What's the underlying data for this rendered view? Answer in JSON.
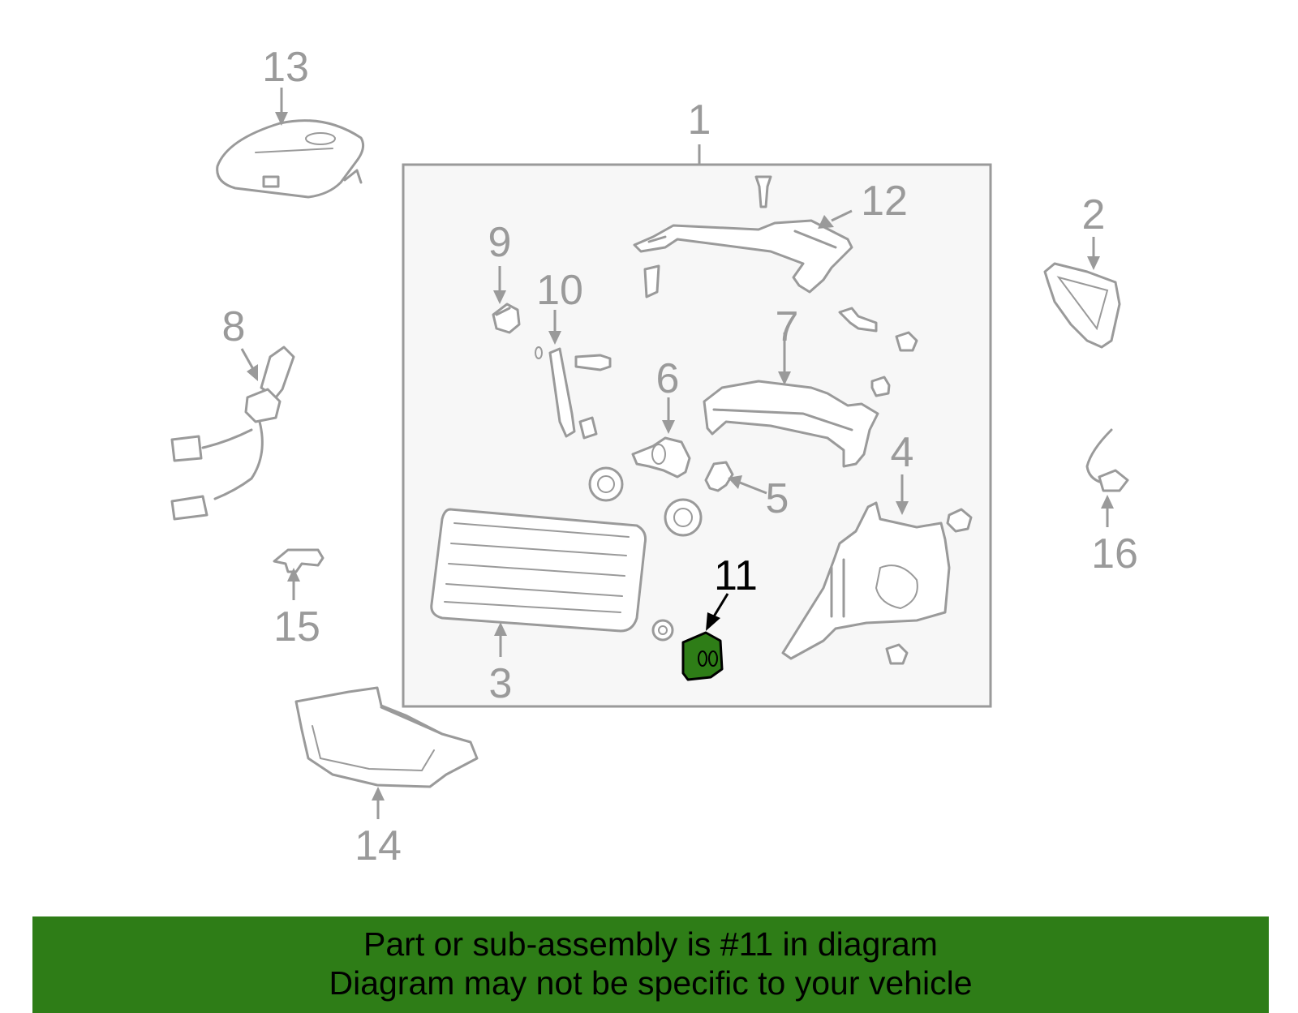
{
  "callouts": [
    "1",
    "2",
    "3",
    "4",
    "5",
    "6",
    "7",
    "8",
    "9",
    "10",
    "11",
    "12",
    "13",
    "14",
    "15",
    "16"
  ],
  "highlight_color": "#2e7d17",
  "banner": {
    "line1": "Part or sub-assembly is #11 in diagram",
    "line2": "Diagram may not be specific to your vehicle",
    "background": "#2e7d17"
  }
}
